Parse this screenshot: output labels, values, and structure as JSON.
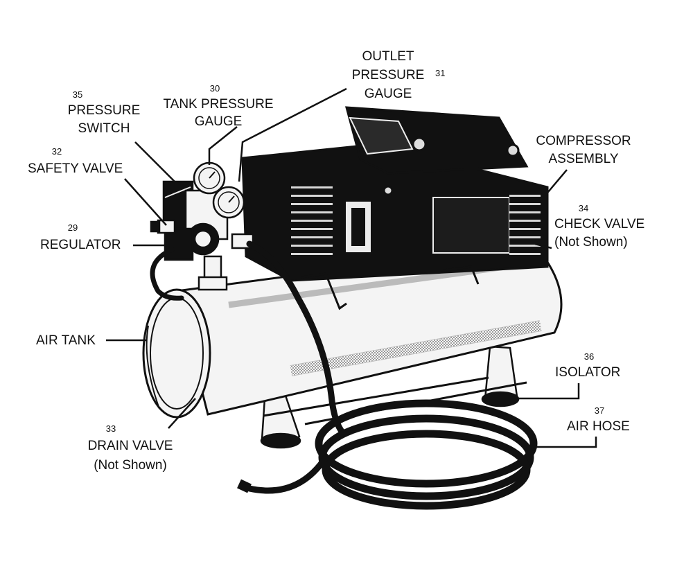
{
  "colors": {
    "ink": "#111111",
    "metal": "#f4f4f4",
    "shadow": "#bdbdbd",
    "paper": "#ffffff"
  },
  "callouts": [
    {
      "id": "outlet-pressure-gauge",
      "number": "31",
      "lines": [
        "OUTLET",
        "PRESSURE",
        "GAUGE"
      ]
    },
    {
      "id": "tank-pressure-gauge",
      "number": "30",
      "lines": [
        "TANK PRESSURE",
        "GAUGE"
      ]
    },
    {
      "id": "pressure-switch",
      "number": "35",
      "lines": [
        "PRESSURE",
        "SWITCH"
      ]
    },
    {
      "id": "safety-valve",
      "number": "32",
      "lines": [
        "SAFETY VALVE"
      ]
    },
    {
      "id": "regulator",
      "number": "29",
      "lines": [
        "REGULATOR"
      ]
    },
    {
      "id": "compressor-assembly",
      "number": "",
      "lines": [
        "COMPRESSOR",
        "ASSEMBLY"
      ]
    },
    {
      "id": "check-valve",
      "number": "34",
      "lines": [
        "CHECK VALVE",
        "(Not Shown)"
      ]
    },
    {
      "id": "air-tank",
      "number": "",
      "lines": [
        "AIR TANK"
      ]
    },
    {
      "id": "isolator",
      "number": "36",
      "lines": [
        "ISOLATOR"
      ]
    },
    {
      "id": "air-hose",
      "number": "37",
      "lines": [
        "AIR HOSE"
      ]
    },
    {
      "id": "drain-valve",
      "number": "33",
      "lines": [
        "DRAIN VALVE",
        "(Not Shown)"
      ]
    }
  ]
}
